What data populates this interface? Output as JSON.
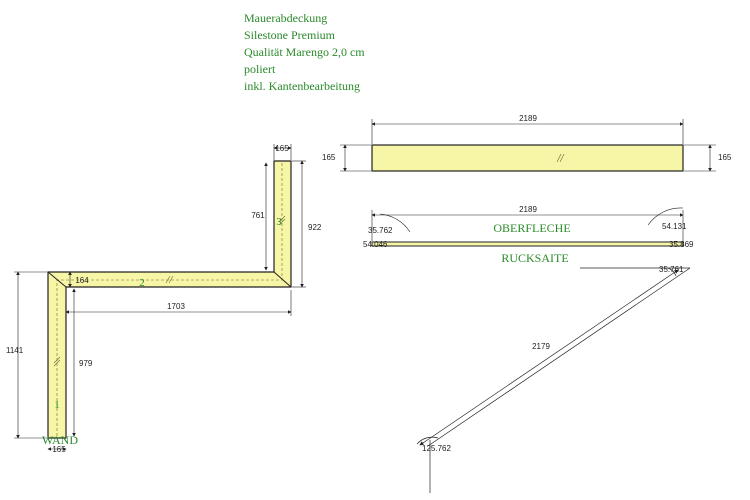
{
  "notes": [
    "Mauerabdeckung",
    "Silestone Premium",
    "Qualität Marengo 2,0 cm",
    "poliert",
    "inkl. Kantenbearbeitung"
  ],
  "dimensions": {
    "l_top_width": "165",
    "l_right_inner": "761",
    "l_right_outer": "922",
    "l_mid_width": "164",
    "l_bottom_length": "1703",
    "l_left_outer": "1141",
    "l_left_inner": "979",
    "l_bottom_width": "165",
    "strip_length": "2189",
    "strip_height_left": "165",
    "strip_height_right": "165",
    "profile_length": "2189",
    "angle_top_left": "35.762",
    "angle_top_right": "54.131",
    "angle_mid_left": "54.046",
    "angle_mid_right": "35.869",
    "diag_angle_top": "35.761",
    "diag_length": "2179",
    "diag_angle_bottom": "125.762"
  },
  "labels": {
    "piece1": "1",
    "piece2": "2",
    "piece3": "3",
    "wand": "WAND",
    "oberfleche": "OBERFLECHE",
    "rucksaite": "RUCKSAITE"
  },
  "colors": {
    "stone_fill": "#f7f5a6",
    "outline": "#222222",
    "label_green": "#2a8a2a"
  }
}
